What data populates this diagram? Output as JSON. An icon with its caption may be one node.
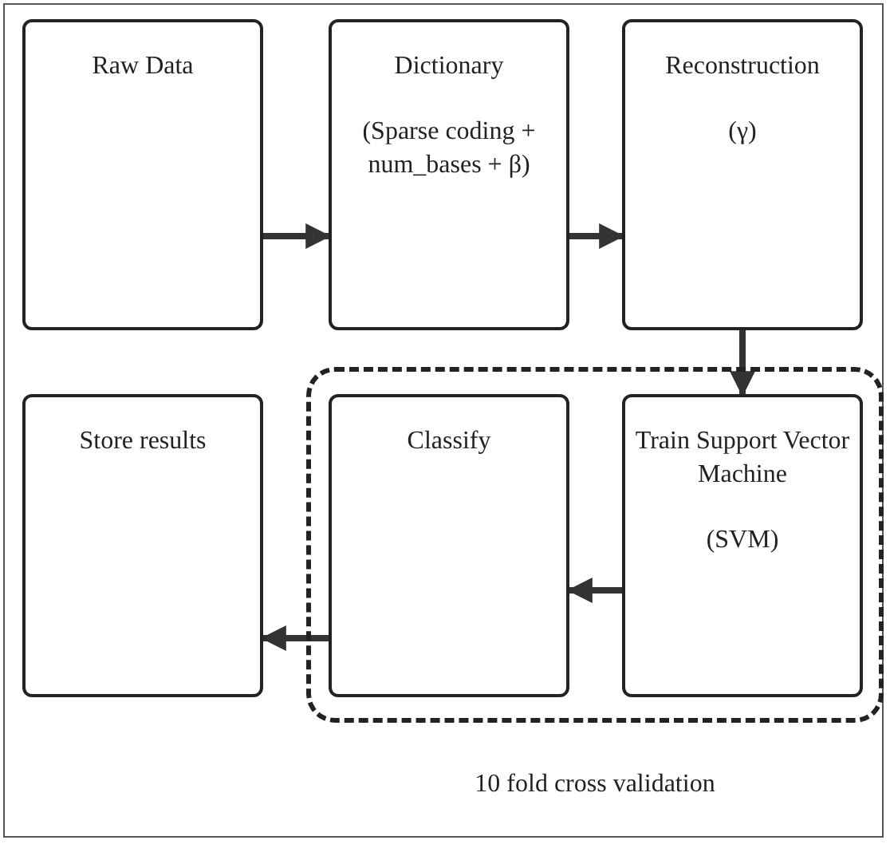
{
  "diagram": {
    "nodes": [
      {
        "text": [
          "Raw Data"
        ]
      },
      {
        "text": [
          "Dictionary",
          "(Sparse coding + num_bases + β)"
        ]
      },
      {
        "text": [
          "Reconstruction",
          "(γ)"
        ]
      },
      {
        "text": [
          "Store results"
        ]
      },
      {
        "text": [
          "10 fold cross validation"
        ]
      },
      {
        "text": [
          "Classify"
        ],
        "in": 4
      },
      {
        "text": [
          "Train Support Vector Machine",
          "(SVM)"
        ],
        "in": 4
      }
    ],
    "edges": [
      {
        "from": 0,
        "to": 1,
        "arrow": "to"
      },
      {
        "from": 1,
        "to": 2,
        "arrow": "to"
      },
      {
        "from": 2,
        "to": 6,
        "arrow": "to"
      },
      {
        "from": 6,
        "to": 5,
        "arrow": "to"
      },
      {
        "from": 5,
        "to": 3,
        "arrow": "to"
      }
    ]
  }
}
